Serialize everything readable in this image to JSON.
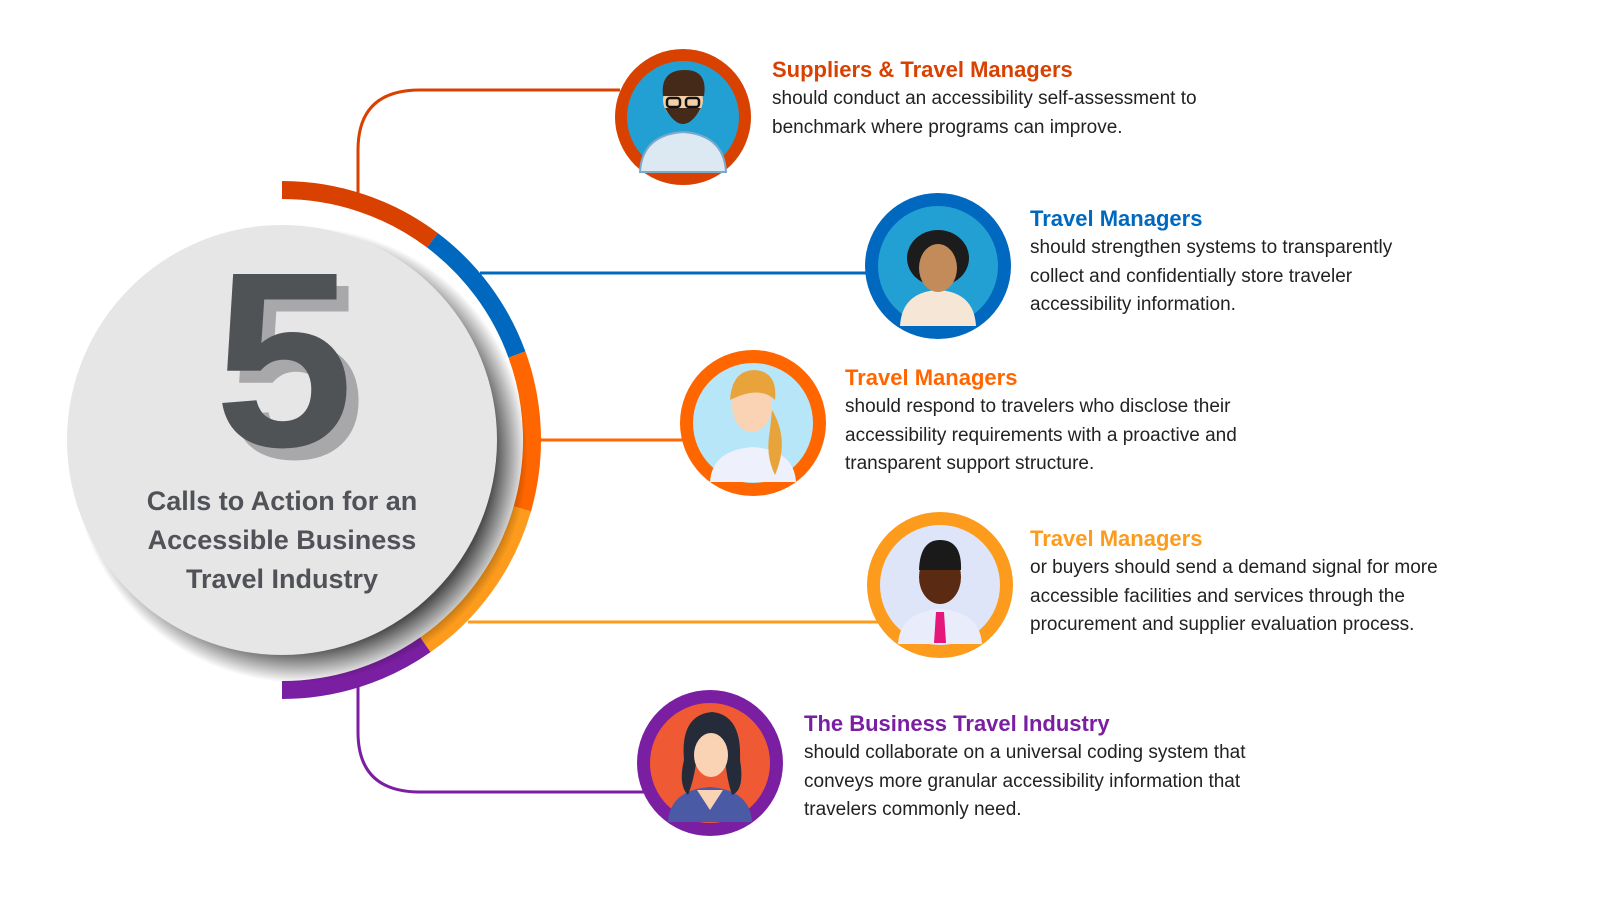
{
  "center": {
    "number": "5",
    "title": "Calls to Action for an Accessible Business Travel Industry"
  },
  "colors": {
    "red": "#d94100",
    "blue": "#0068bf",
    "orange": "#ff6600",
    "amber": "#fd9b1c",
    "purple": "#7b1fa2"
  },
  "items": [
    {
      "title": "Suppliers & Travel Managers",
      "body": "should conduct an accessibility self-assessment to benchmark where programs can improve.",
      "icon": "man-with-glasses-avatar-icon"
    },
    {
      "title": "Travel Managers",
      "body": "should strengthen systems to transparently collect and confidentially store traveler accessibility information.",
      "icon": "woman-avatar-icon"
    },
    {
      "title": "Travel Managers",
      "body": "should respond to travelers who disclose their accessibility requirements with a proactive and transparent support structure.",
      "icon": "blonde-woman-avatar-icon"
    },
    {
      "title": "Travel Managers",
      "body": "or buyers should send a demand signal for more accessible facilities and services through the procurement and supplier evaluation process.",
      "icon": "man-with-tie-avatar-icon"
    },
    {
      "title": "The Business Travel Industry",
      "body": "should collaborate on a universal coding system that conveys more granular accessibility information that travelers commonly need.",
      "icon": "woman-dark-hair-avatar-icon"
    }
  ]
}
